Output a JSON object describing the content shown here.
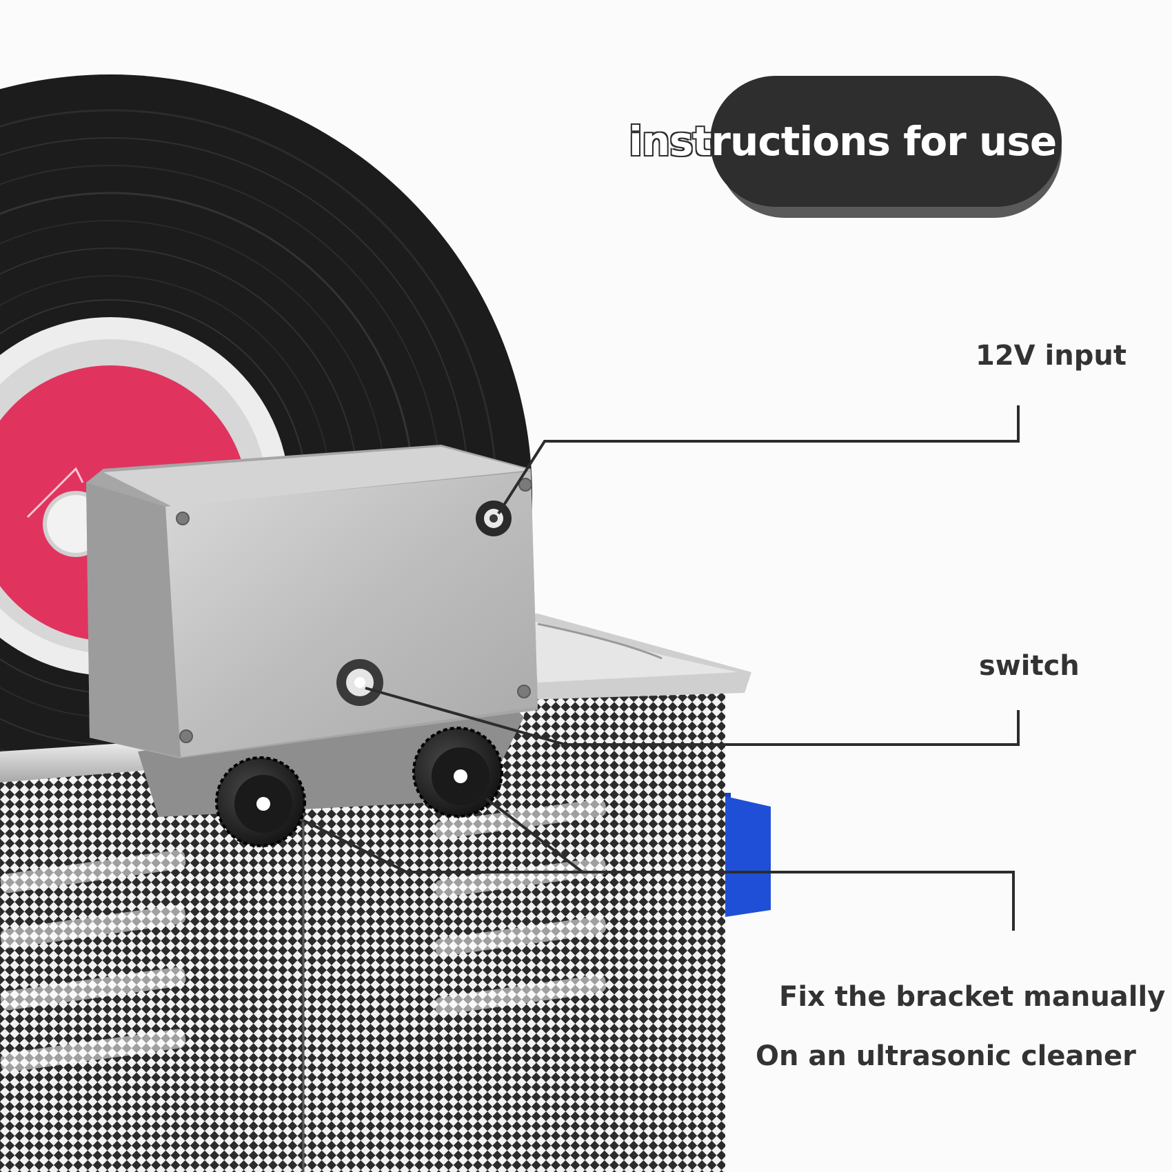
{
  "title": "instructions for use",
  "callouts": {
    "input": "12V input",
    "switch": "switch",
    "bracket": "Fix the bracket manually",
    "cleaner": "On an ultrasonic cleaner"
  },
  "colors": {
    "title_pill": "#2e2e2e",
    "label_text": "#333333",
    "record": "#1c1c1c",
    "record_label": "#e0345f",
    "tank_accent": "#1f4fd6",
    "housing": "#c4c4c4"
  }
}
